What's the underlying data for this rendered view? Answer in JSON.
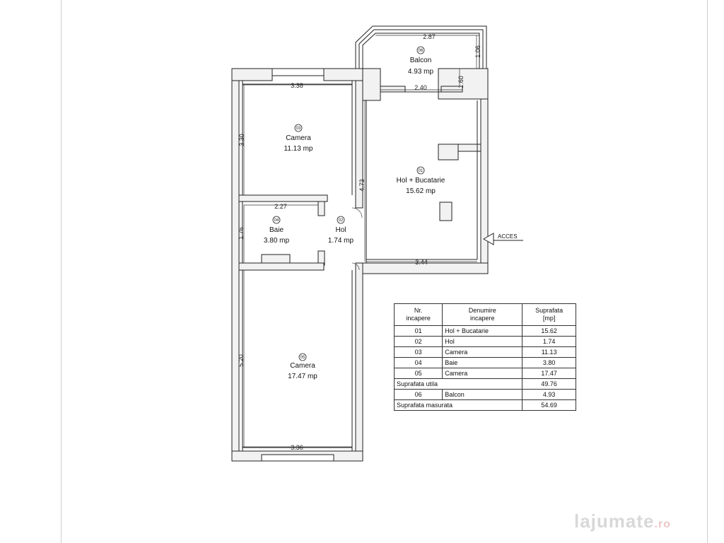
{
  "rooms": [
    {
      "code": "06",
      "name": "Balcon",
      "area": "4.93 mp"
    },
    {
      "code": "03",
      "name": "Camera",
      "area": "11.13 mp"
    },
    {
      "code": "01",
      "name": "Hol + Bucatarie",
      "area": "15.62 mp"
    },
    {
      "code": "04",
      "name": "Baie",
      "area": "3.80 mp"
    },
    {
      "code": "02",
      "name": "Hol",
      "area": "1.74 mp"
    },
    {
      "code": "05",
      "name": "Camera",
      "area": "17.47 mp"
    }
  ],
  "dimensions": {
    "balcony_width": "2.87",
    "balcony_depth": "1.06",
    "balcony_opening": "2.40",
    "balcony_wall": "1.60",
    "room03_width": "3.38",
    "room03_height": "3.30",
    "hall_height": "4.73",
    "bath_width": "2.27",
    "bath_height": "1.76",
    "kitchen_width": "3.44",
    "room05_height": "5.20",
    "room05_width": "3.36"
  },
  "access_label": "ACCES",
  "legend": {
    "headers": [
      "Nr.\nincapere",
      "Denumire\nincapere",
      "Suprafata\n[mp]"
    ],
    "rows": [
      {
        "nr": "01",
        "name": "Hol + Bucatarie",
        "value": "15.62"
      },
      {
        "nr": "02",
        "name": "Hol",
        "value": "1.74"
      },
      {
        "nr": "03",
        "name": "Camera",
        "value": "11.13"
      },
      {
        "nr": "04",
        "name": "Baie",
        "value": "3.80"
      },
      {
        "nr": "05",
        "name": "Camera",
        "value": "17.47"
      }
    ],
    "utila_label": "Suprafata utila",
    "utila_value": "49.76",
    "balcon_row": {
      "nr": "06",
      "name": "Balcon",
      "value": "4.93"
    },
    "masurata_label": "Suprafata masurata",
    "masurata_value": "54.69"
  },
  "watermark": "lajumate",
  "watermark_suffix": ".ro"
}
